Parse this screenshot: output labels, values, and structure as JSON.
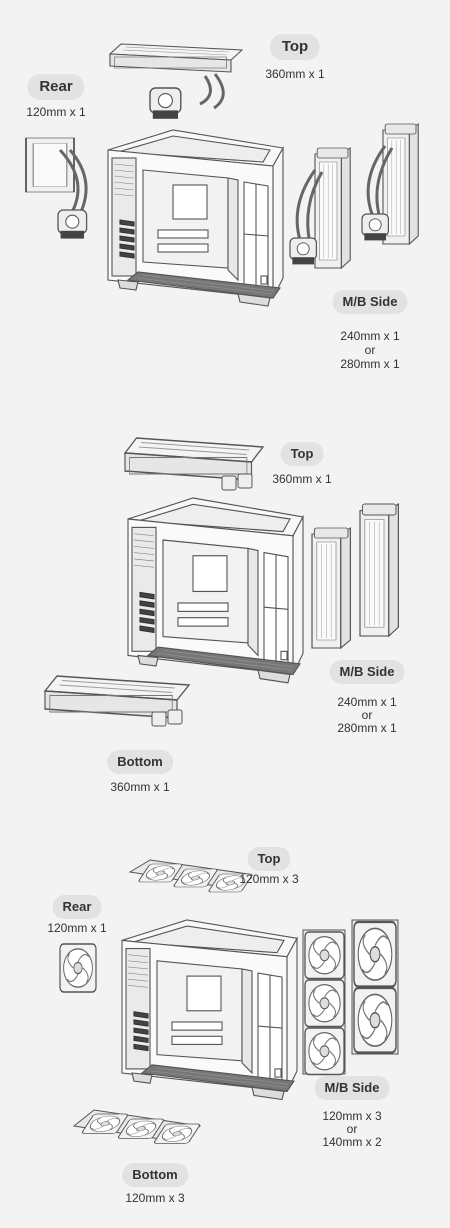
{
  "panels": [
    {
      "top": {
        "label": "Top",
        "size": "360mm x 1"
      },
      "rear": {
        "label": "Rear",
        "size": "120mm x 1"
      },
      "side": {
        "label": "M/B Side",
        "line1": "240mm x 1",
        "or": "or",
        "line2": "280mm x 1"
      }
    },
    {
      "top": {
        "label": "Top",
        "size": "360mm x 1"
      },
      "side": {
        "label": "M/B Side",
        "line1": "240mm x 1",
        "or": "or",
        "line2": "280mm x 1"
      },
      "bottom": {
        "label": "Bottom",
        "size": "360mm x 1"
      }
    },
    {
      "top": {
        "label": "Top",
        "size": "120mm x 3"
      },
      "rear": {
        "label": "Rear",
        "size": "120mm x 1"
      },
      "side": {
        "label": "M/B Side",
        "line1": "120mm x 3",
        "or": "or",
        "line2": "140mm x 2"
      },
      "bottom": {
        "label": "Bottom",
        "size": "120mm x 3"
      }
    }
  ]
}
